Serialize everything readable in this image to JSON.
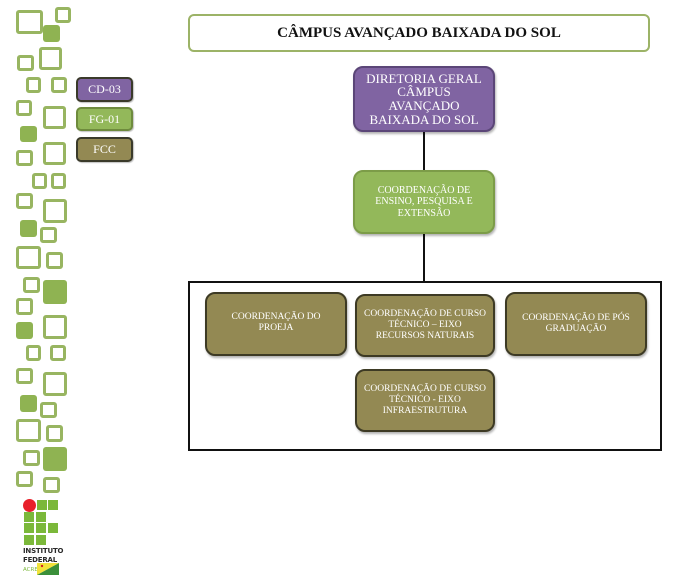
{
  "title": "CÂMPUS AVANÇADO BAIXADA DO SOL",
  "legend": [
    {
      "label": "CD-03",
      "color": "#8064a2"
    },
    {
      "label": "FG-01",
      "color": "#93b85a"
    },
    {
      "label": "FCC",
      "color": "#938953"
    }
  ],
  "nodes": {
    "director": {
      "label": "DIRETORIA GERAL CÂMPUS AVANÇADO BAIXADA DO SOL",
      "color": "#8064a2"
    },
    "coord_main": {
      "label": "COORDENAÇÃO DE ENSINO, PESQUISA E EXTENSÃO",
      "color": "#93b85a"
    },
    "sub": [
      {
        "label": "COORDENAÇÃO DO PROEJA"
      },
      {
        "label": "COORDENAÇÃO DE CURSO TÉCNICO – EIXO RECURSOS NATURAIS"
      },
      {
        "label": "COORDENAÇÃO DE PÓS GRADUAÇÃO"
      },
      {
        "label": "COORDENAÇÃO DE CURSO TÉCNICO  - EIXO INFRAESTRUTURA"
      }
    ],
    "sub_color": "#938953"
  },
  "logo": {
    "line1": "INSTITUTO",
    "line2": "FEDERAL",
    "line3": "ACRE"
  }
}
